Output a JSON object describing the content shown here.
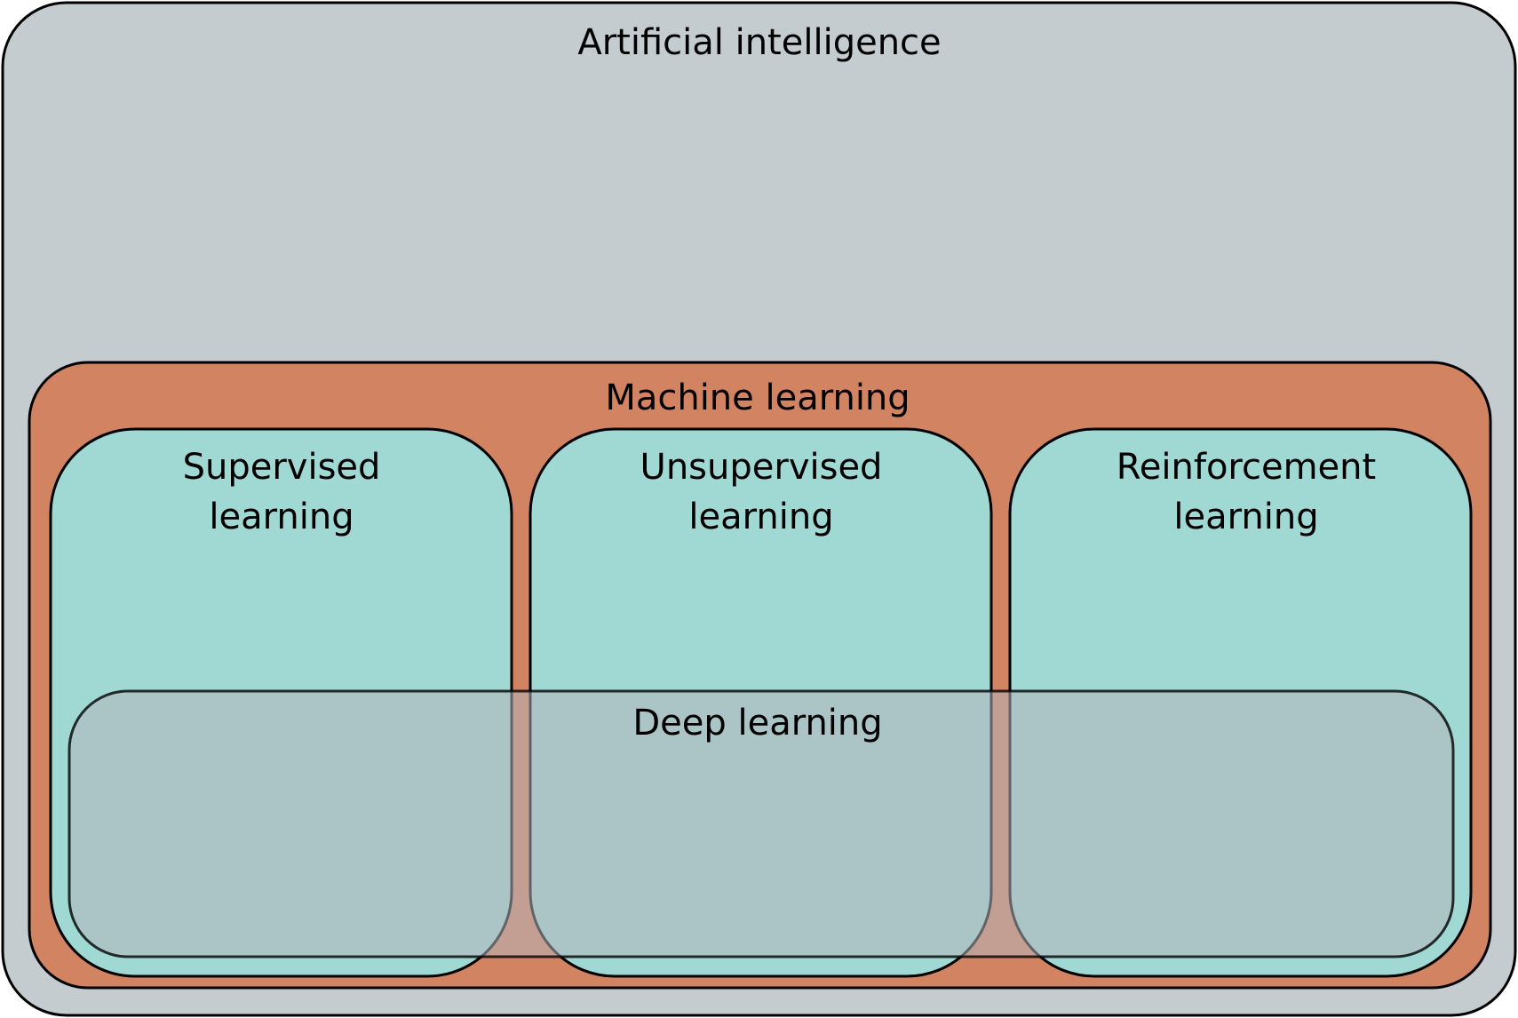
{
  "diagram": {
    "outer": {
      "label": "Artificial intelligence",
      "fill": "#c4cccf"
    },
    "machine_learning": {
      "label": "Machine learning",
      "fill": "#d28462"
    },
    "paradigms": [
      {
        "line1": "Supervised",
        "line2": "learning"
      },
      {
        "line1": "Unsupervised",
        "line2": "learning"
      },
      {
        "line1": "Reinforcement",
        "line2": "learning"
      }
    ],
    "paradigm_fill": "#a0d8d3",
    "deep_learning": {
      "label": "Deep learning",
      "fill": "#b4b4bc"
    },
    "stroke": "#000000"
  }
}
